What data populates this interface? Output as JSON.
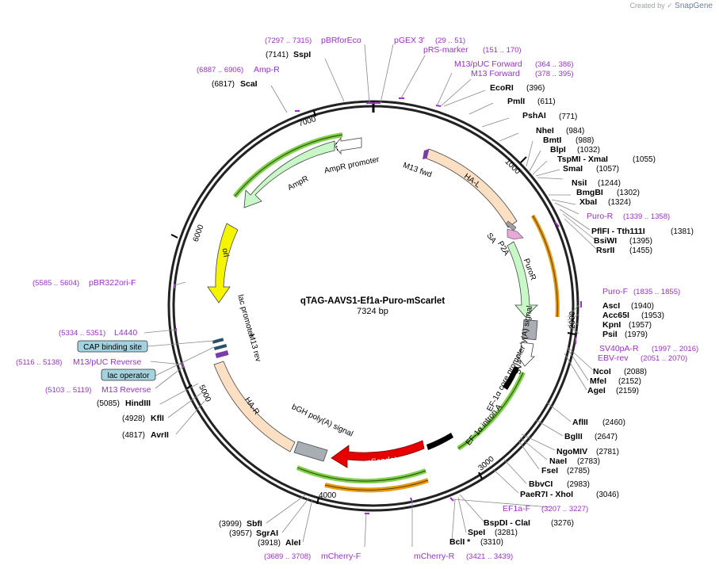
{
  "credit": {
    "prefix": "Created by",
    "brand": "SnapGene"
  },
  "plasmid": {
    "name": "qTAG-AAVS1-Ef1a-Puro-mScarlet",
    "length": "7324 bp"
  },
  "ticks": [
    "1000",
    "2000",
    "3000",
    "4000",
    "5000",
    "6000",
    "7000"
  ],
  "features": [
    {
      "label": "HA-L",
      "color": "#fde0c4"
    },
    {
      "label": "PuroR",
      "color": "#c8f7c8"
    },
    {
      "label": "P2A",
      "color": "#e8a8d8"
    },
    {
      "label": "SA",
      "color": "#a0a0a0"
    },
    {
      "label": "SV40 poly(A) signal",
      "color": "#a8aeb4"
    },
    {
      "label": "EF-1α core promoter",
      "color": "#000000"
    },
    {
      "label": "EF-1α intron A",
      "color": "#000000"
    },
    {
      "label": "mScarlet",
      "color": "#e60000"
    },
    {
      "label": "bGH poly(A) signal",
      "color": "#a8aeb4"
    },
    {
      "label": "HA-R",
      "color": "#fde0c4"
    },
    {
      "label": "M13 rev",
      "color": "#7f7f7f"
    },
    {
      "label": "lac promoter",
      "color": "#7f7f7f"
    },
    {
      "label": "ori",
      "color": "#f5f500"
    },
    {
      "label": "AmpR",
      "color": "#c8f7c8"
    },
    {
      "label": "AmpR promoter",
      "color": "#ffffff"
    },
    {
      "label": "M13 fwd",
      "color": "#7f7f7f"
    }
  ],
  "boxed_labels": [
    "CAP binding site",
    "lac operator"
  ],
  "sites_right": [
    {
      "name": "EcoRI",
      "pos": "(396)"
    },
    {
      "name": "PmlI",
      "pos": "(611)"
    },
    {
      "name": "PshAI",
      "pos": "(771)"
    },
    {
      "name": "NheI",
      "pos": "(984)"
    },
    {
      "name": "BmtI",
      "pos": "(988)"
    },
    {
      "name": "BlpI",
      "pos": "(1032)"
    },
    {
      "name": "TspMI - XmaI",
      "pos": "(1055)"
    },
    {
      "name": "SmaI",
      "pos": "(1057)"
    },
    {
      "name": "NsiI",
      "pos": "(1244)"
    },
    {
      "name": "BmgBI",
      "pos": "(1302)"
    },
    {
      "name": "XbaI",
      "pos": "(1324)"
    },
    {
      "name": "PflFI - Tth111I",
      "pos": "(1381)"
    },
    {
      "name": "BsiWI",
      "pos": "(1395)"
    },
    {
      "name": "RsrII",
      "pos": "(1455)"
    },
    {
      "name": "AscI",
      "pos": "(1940)"
    },
    {
      "name": "Acc65I",
      "pos": "(1953)"
    },
    {
      "name": "KpnI",
      "pos": "(1957)"
    },
    {
      "name": "PsiI",
      "pos": "(1979)"
    },
    {
      "name": "NcoI",
      "pos": "(2088)"
    },
    {
      "name": "MfeI",
      "pos": "(2152)"
    },
    {
      "name": "AgeI",
      "pos": "(2159)"
    },
    {
      "name": "AflII",
      "pos": "(2460)"
    },
    {
      "name": "BglII",
      "pos": "(2647)"
    },
    {
      "name": "NgoMIV",
      "pos": "(2781)"
    },
    {
      "name": "NaeI",
      "pos": "(2783)"
    },
    {
      "name": "FseI",
      "pos": "(2785)"
    },
    {
      "name": "BbvCI",
      "pos": "(2983)"
    },
    {
      "name": "PaeR7I - XhoI",
      "pos": "(3046)"
    },
    {
      "name": "BspDI - ClaI",
      "pos": "(3276)"
    },
    {
      "name": "SpeI",
      "pos": "(3281)"
    },
    {
      "name": "BclI *",
      "pos": "(3310)"
    }
  ],
  "sites_left": [
    {
      "name": "SspI",
      "pos": "(7141)"
    },
    {
      "name": "ScaI",
      "pos": "(6817)"
    },
    {
      "name": "HindIII",
      "pos": "(5085)"
    },
    {
      "name": "KflI",
      "pos": "(4928)"
    },
    {
      "name": "AvrII",
      "pos": "(4817)"
    },
    {
      "name": "SbfI",
      "pos": "(3999)"
    },
    {
      "name": "SgrAI",
      "pos": "(3957)"
    },
    {
      "name": "AleI",
      "pos": "(3918)"
    }
  ],
  "primers": [
    {
      "name": "pBRforEco",
      "range": "(7297 .. 7315)"
    },
    {
      "name": "pGEX 3'",
      "range": "(29 .. 51)"
    },
    {
      "name": "pRS-marker",
      "range": "(151 .. 170)"
    },
    {
      "name": "M13/pUC Forward",
      "range": "(364 .. 386)"
    },
    {
      "name": "M13 Forward",
      "range": "(378 .. 395)"
    },
    {
      "name": "Amp-R",
      "range": "(6887 .. 6906)"
    },
    {
      "name": "Puro-R",
      "range": "(1339 .. 1358)"
    },
    {
      "name": "Puro-F",
      "range": "(1835 .. 1855)"
    },
    {
      "name": "SV40pA-R",
      "range": "(1997 .. 2016)"
    },
    {
      "name": "EBV-rev",
      "range": "(2051 .. 2070)"
    },
    {
      "name": "EF1a-F",
      "range": "(3207 .. 3227)"
    },
    {
      "name": "pBR322ori-F",
      "range": "(5585 .. 5604)"
    },
    {
      "name": "L4440",
      "range": "(5334 .. 5351)"
    },
    {
      "name": "M13/pUC Reverse",
      "range": "(5116 .. 5138)"
    },
    {
      "name": "M13 Reverse",
      "range": "(5103 .. 5119)"
    },
    {
      "name": "mCherry-F",
      "range": "(3689 .. 3708)"
    },
    {
      "name": "mCherry-R",
      "range": "(3421 .. 3439)"
    }
  ]
}
